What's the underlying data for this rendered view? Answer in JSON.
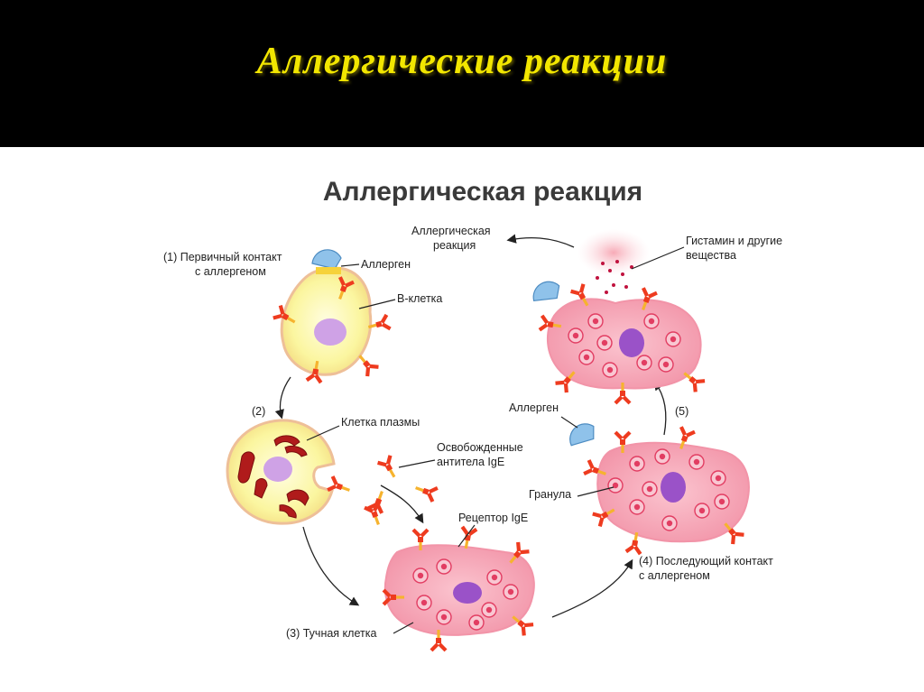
{
  "slide": {
    "title": "Аллергические реакции"
  },
  "diagram": {
    "title": "Аллергическая реакция",
    "labels": {
      "step1_line1": "(1) Первичный контакт",
      "step1_line2": "с аллергеном",
      "allergen_top": "Аллерген",
      "b_cell": "В-клетка",
      "step2": "(2)",
      "plasma_cell": "Клетка плазмы",
      "released_line1": "Освобожденные",
      "released_line2": "антитела IgE",
      "receptor": "Рецептор IgE",
      "step3": "(3) Тучная клетка",
      "step4_line1": "(4) Последующий контакт",
      "step4_line2": "с аллергеном",
      "allergen_mid": "Аллерген",
      "granule": "Гранула",
      "step5": "(5)",
      "reaction_line1": "Аллергическая",
      "reaction_line2": "реакция",
      "histamine_line1": "Гистамин и другие",
      "histamine_line2": "вещества"
    },
    "colors": {
      "b_cell_fill": "#fbf7a8",
      "b_cell_border": "#eebf98",
      "nucleus": "#cfa2e6",
      "mast_cell_fill": "#f7a9b9",
      "granule": "#e23d62",
      "antibody": "#ee3b1f",
      "allergen": "#8fc2ea",
      "plasma_organelle": "#b01b1b"
    }
  }
}
